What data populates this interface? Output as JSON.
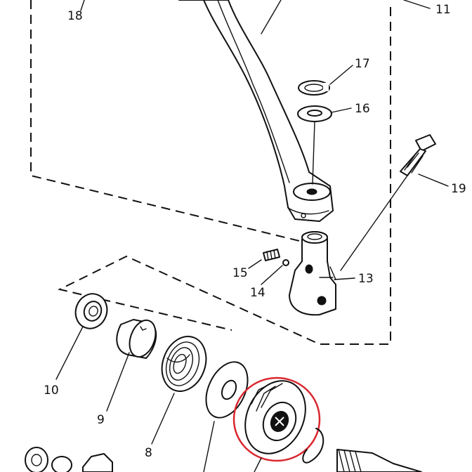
{
  "diagram": {
    "callouts": [
      "18",
      "11",
      "17",
      "16",
      "19",
      "15",
      "14",
      "13",
      "10",
      "9",
      "8"
    ],
    "highlight_color": "#d9272e",
    "line_color": "#111111",
    "background": "#ffffff"
  }
}
